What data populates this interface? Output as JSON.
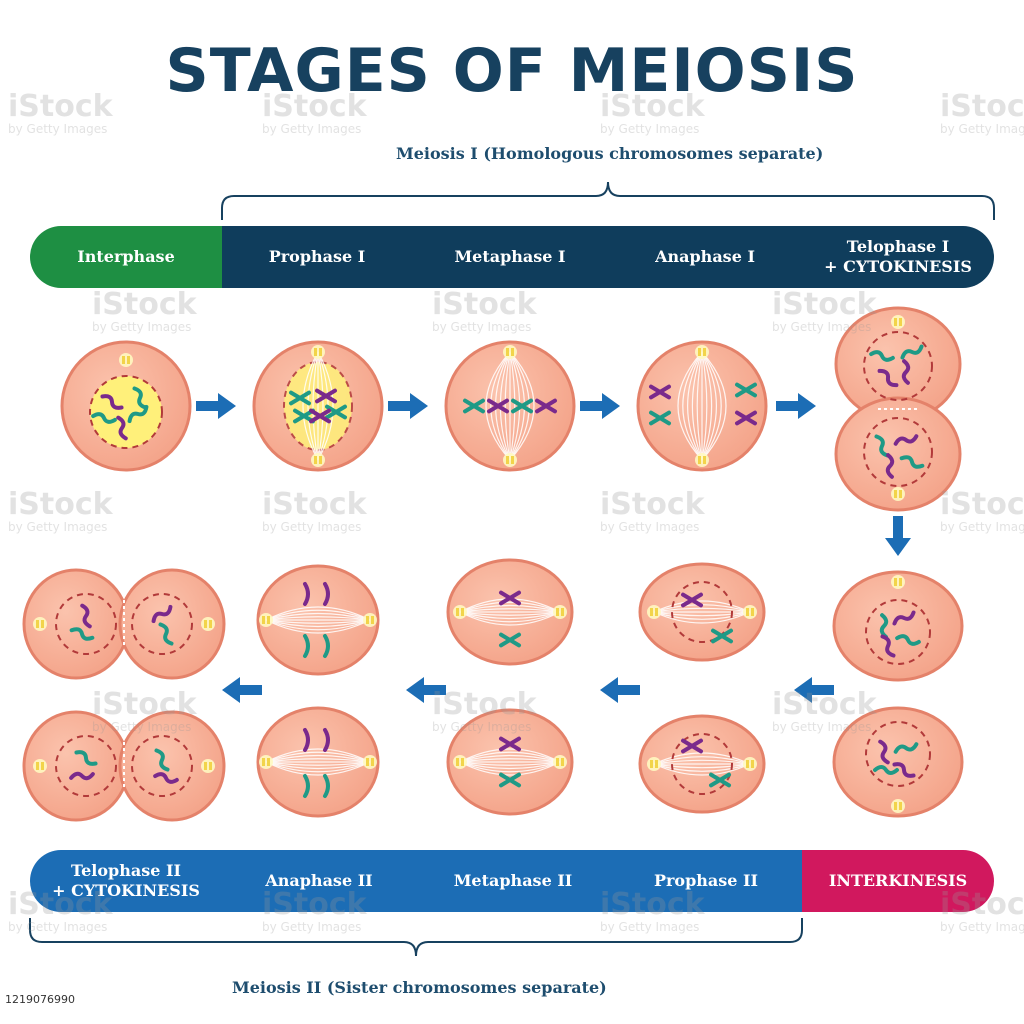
{
  "title": "STAGES OF MEIOSIS",
  "meiosis1_label": "Meiosis I (Homologous chromosomes separate)",
  "meiosis2_label": "Meiosis II (Sister chromosomes separate)",
  "top_bar": [
    {
      "label": "Interphase",
      "color": "#1e8f43"
    },
    {
      "label": "Prophase I",
      "color": "#0f3d5c"
    },
    {
      "label": "Metaphase I",
      "color": "#0f3d5c"
    },
    {
      "label": "Anaphase I",
      "color": "#0f3d5c"
    },
    {
      "label": "Telophase I\n+ CYTOKINESIS",
      "color": "#0f3d5c"
    }
  ],
  "bottom_bar": [
    {
      "label": "Telophase II\n+ CYTOKINESIS",
      "color": "#1c6db5"
    },
    {
      "label": "Anaphase II",
      "color": "#1c6db5"
    },
    {
      "label": "Metaphase II",
      "color": "#1c6db5"
    },
    {
      "label": "Prophase II",
      "color": "#1c6db5"
    },
    {
      "label": "INTERKINESIS",
      "color": "#d1185e"
    }
  ],
  "watermark": {
    "brand": "iStock",
    "credit": "by Getty Images"
  },
  "stock_id": "1219076990",
  "colors": {
    "title": "#17415f",
    "cell_fill": "#f4a48a",
    "cell_edge": "#e4826a",
    "nucleus": "#fff07a",
    "chromosome_green": "#1f9a86",
    "chromosome_purple": "#7a2a8c",
    "arrow": "#1c6db5"
  }
}
